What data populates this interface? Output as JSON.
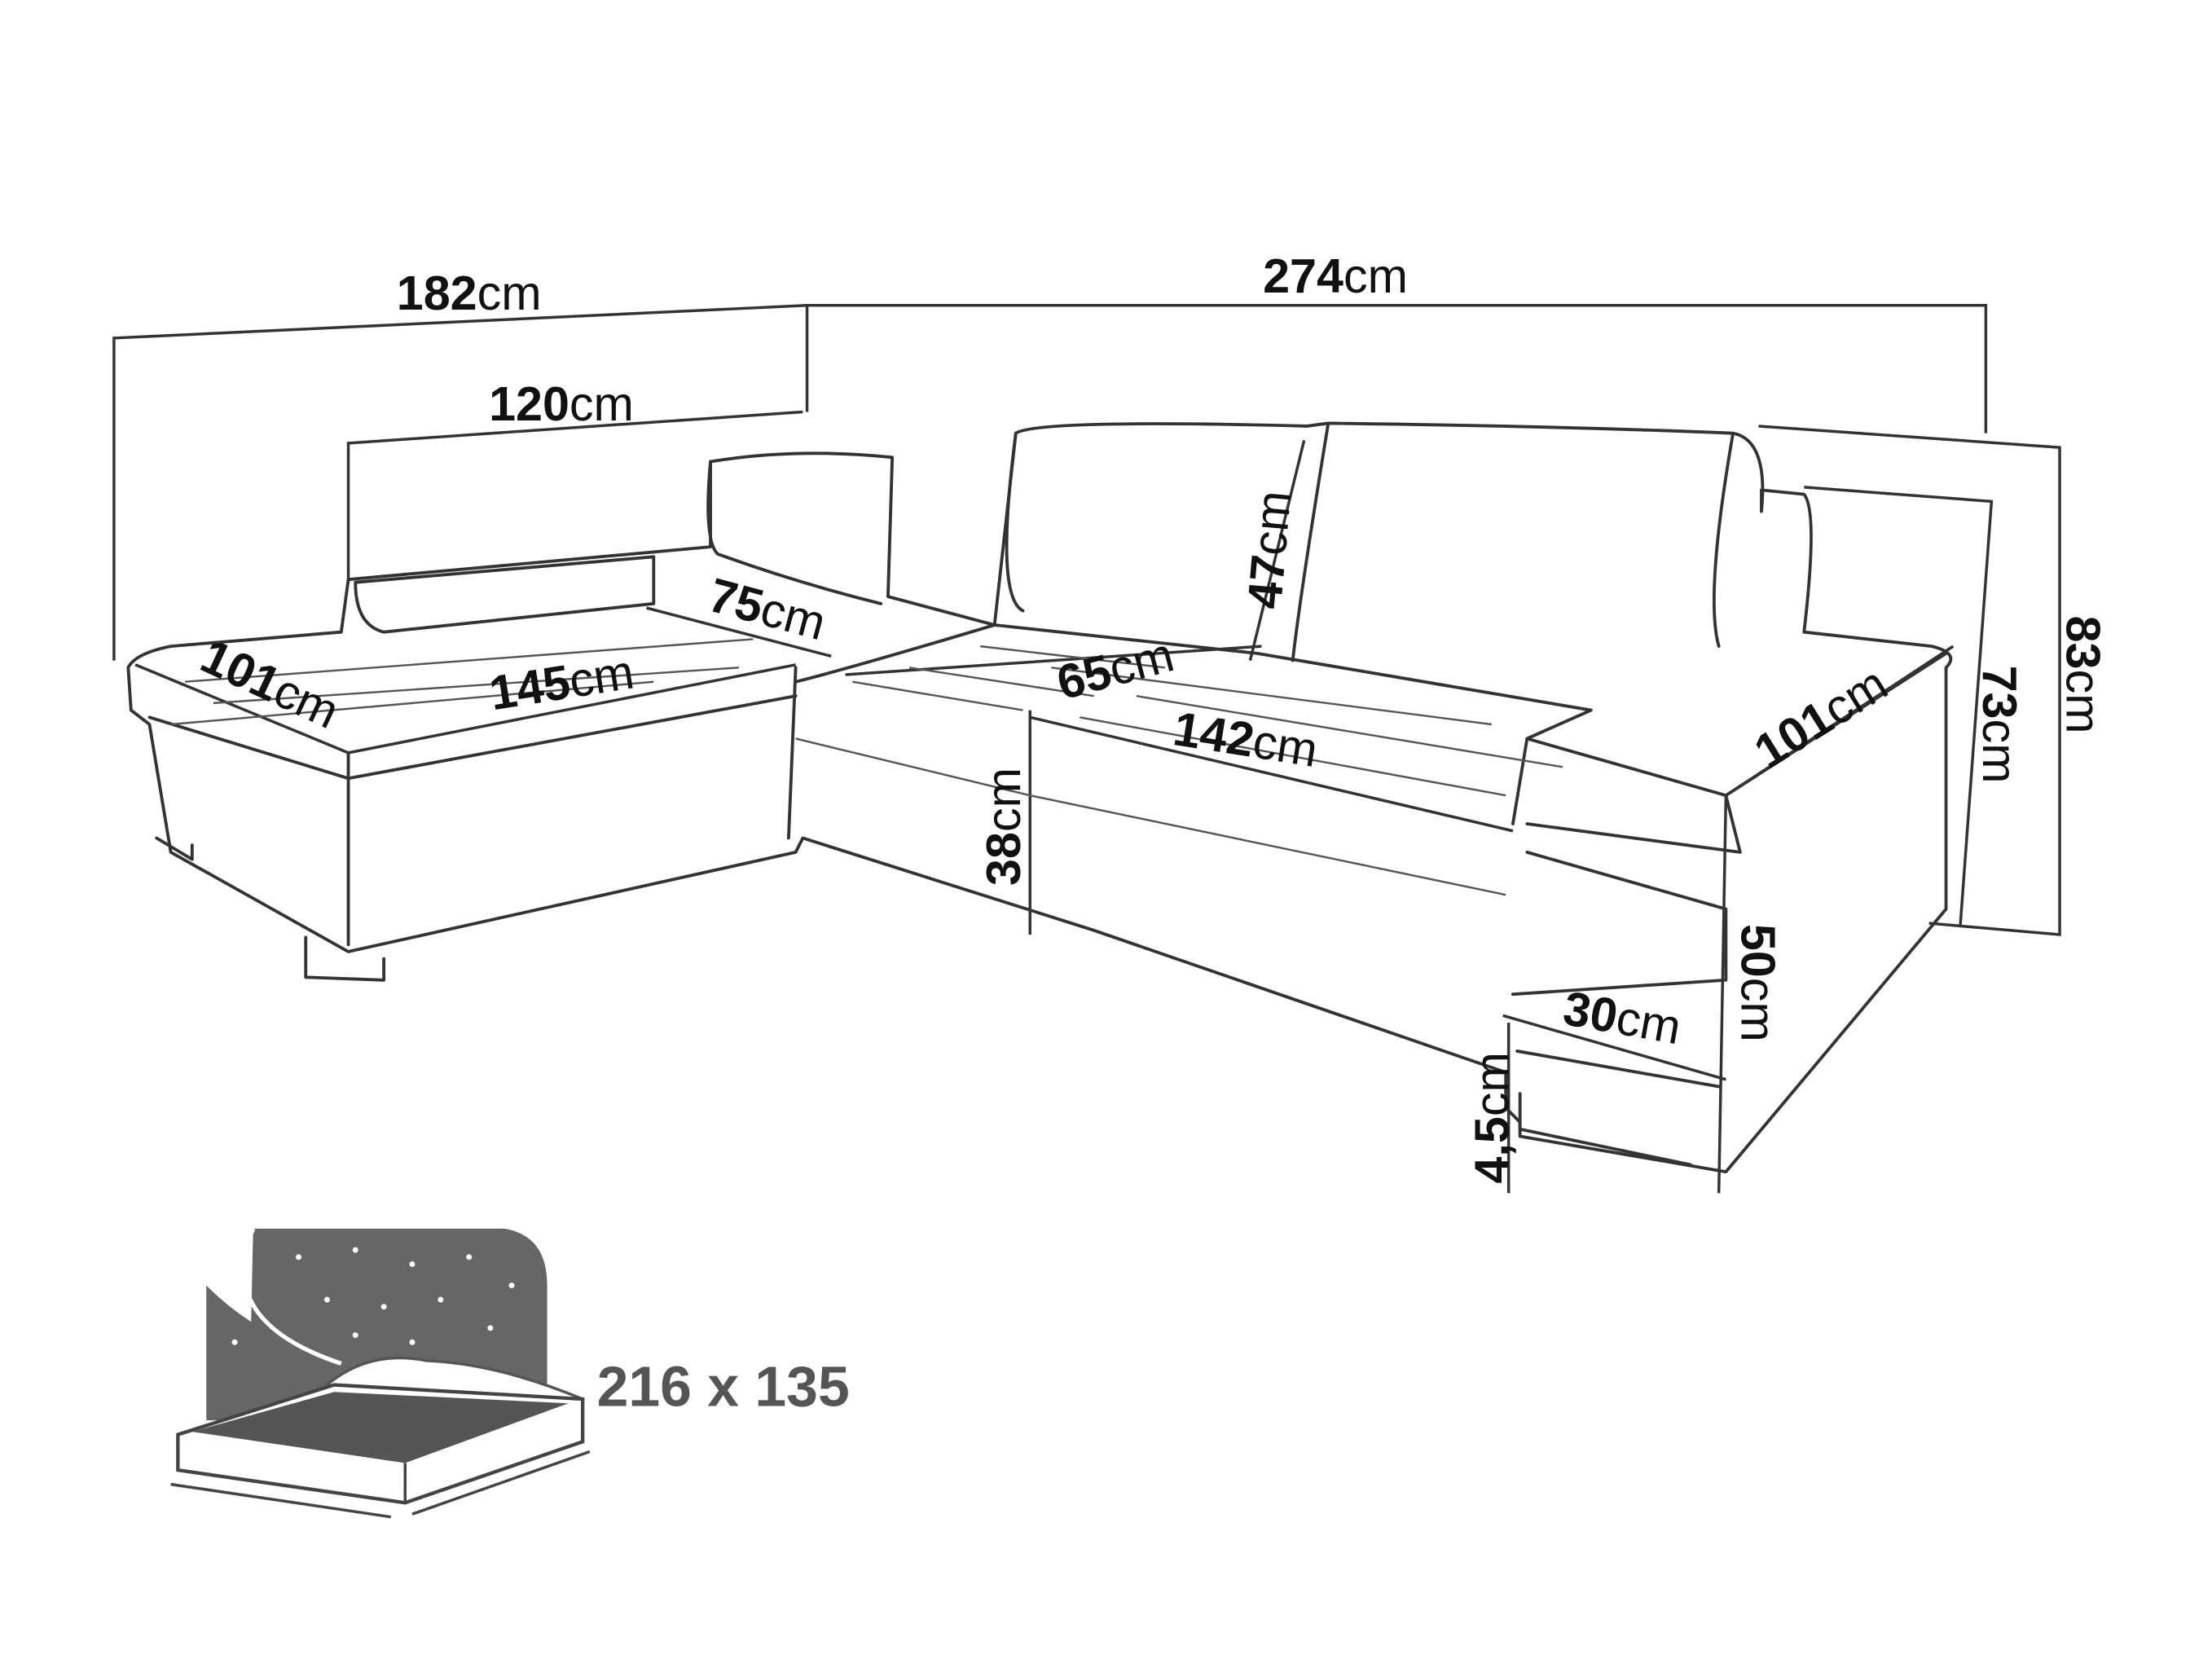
{
  "diagram": {
    "dimensions": {
      "total_depth_left": {
        "value": "182",
        "unit": "cm"
      },
      "total_width": {
        "value": "274",
        "unit": "cm"
      },
      "backrest_left": {
        "value": "120",
        "unit": "cm"
      },
      "seat_corner": {
        "value": "75",
        "unit": "cm"
      },
      "back_height": {
        "value": "47",
        "unit": "cm"
      },
      "chaise_width": {
        "value": "101",
        "unit": "cm"
      },
      "chaise_length": {
        "value": "145",
        "unit": "cm"
      },
      "seat_depth": {
        "value": "65",
        "unit": "cm"
      },
      "seat_width": {
        "value": "142",
        "unit": "cm"
      },
      "armrest_depth": {
        "value": "101",
        "unit": "cm"
      },
      "seat_height": {
        "value": "38",
        "unit": "cm"
      },
      "height_inner": {
        "value": "73",
        "unit": "cm"
      },
      "height_total": {
        "value": "83",
        "unit": "cm"
      },
      "armrest_height": {
        "value": "50",
        "unit": "cm"
      },
      "armrest_width": {
        "value": "30",
        "unit": "cm"
      },
      "leg_height": {
        "value": "4,5",
        "unit": "cm"
      }
    },
    "bed": {
      "label": "216 x 135",
      "icon": "bed-icon"
    }
  }
}
